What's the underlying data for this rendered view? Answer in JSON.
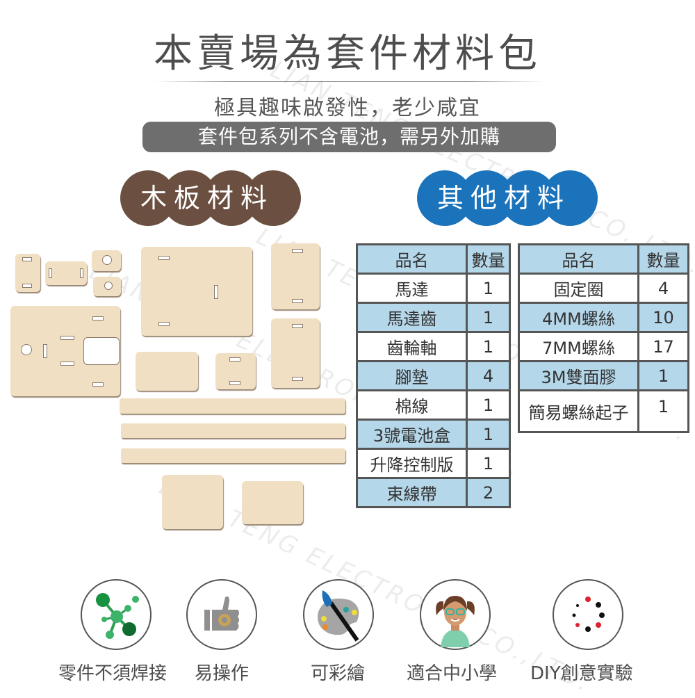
{
  "header": {
    "title": "本賣場為套件材料包",
    "subtitle": "極具趣味啟發性，老少咸宜",
    "notice": "套件包系列不含電池，需另外加購"
  },
  "sections": {
    "wood": "木板材料",
    "other": "其他材料"
  },
  "table_left": {
    "headers": [
      "品名",
      "數量"
    ],
    "rows": [
      {
        "name": "馬達",
        "qty": "1"
      },
      {
        "name": "馬達齒",
        "qty": "1"
      },
      {
        "name": "齒輪軸",
        "qty": "1"
      },
      {
        "name": "腳墊",
        "qty": "4"
      },
      {
        "name": "棉線",
        "qty": "1"
      },
      {
        "name": "3號電池盒",
        "qty": "1"
      },
      {
        "name": "升降控制版",
        "qty": "1"
      },
      {
        "name": "束線帶",
        "qty": "2"
      }
    ]
  },
  "table_right": {
    "headers": [
      "品名",
      "數量"
    ],
    "rows": [
      {
        "name": "固定圈",
        "qty": "4"
      },
      {
        "name": "4MM螺絲",
        "qty": "10"
      },
      {
        "name": "7MM螺絲",
        "qty": "17"
      },
      {
        "name": "3M雙面膠",
        "qty": "1"
      },
      {
        "name": "簡易螺絲起子",
        "qty": "1"
      }
    ]
  },
  "features": [
    {
      "icon": "molecule-icon",
      "label": "零件不須焊接"
    },
    {
      "icon": "thumbs-up-gear-icon",
      "label": "易操作"
    },
    {
      "icon": "paint-palette-icon",
      "label": "可彩繪"
    },
    {
      "icon": "girl-avatar-icon",
      "label": "適合中小學"
    },
    {
      "icon": "dots-circle-icon",
      "label": "DIY創意實驗"
    }
  ],
  "watermark": "LIAN TENG ELECTRONIC CO.,LTD.",
  "colors": {
    "wood_badge": "#6b4f40",
    "other_badge": "#1a73bb",
    "table_header": "#b5d7ea",
    "notice_bg": "#6e6e6e"
  }
}
